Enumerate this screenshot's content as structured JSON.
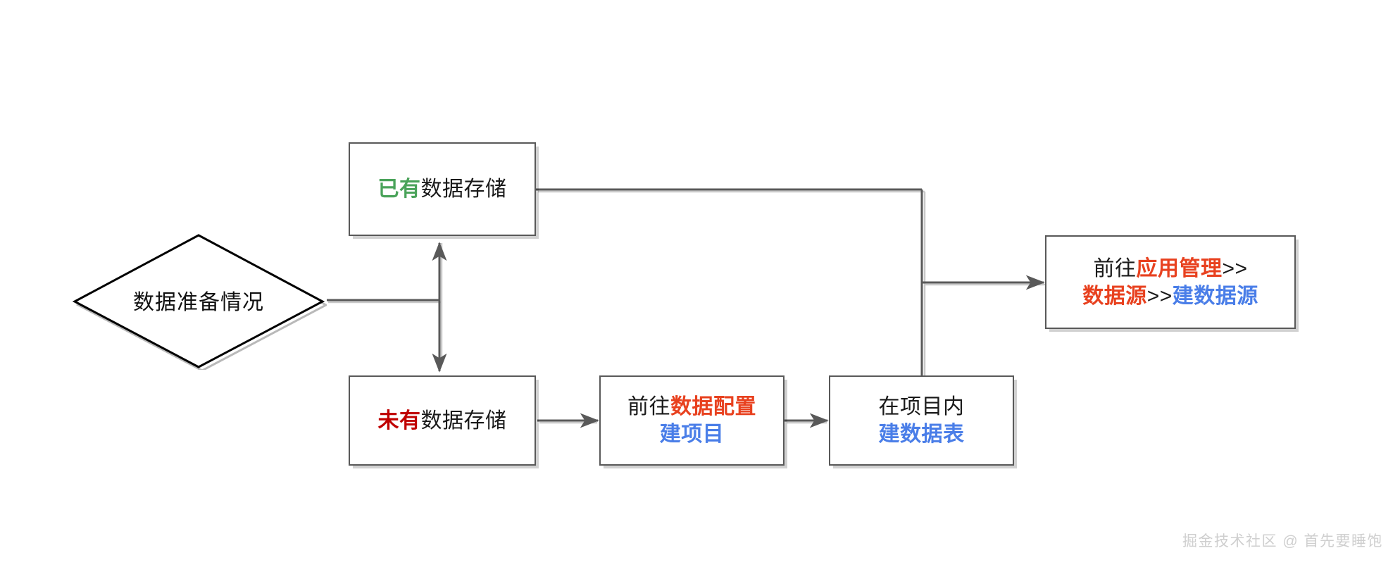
{
  "diagram": {
    "type": "flowchart",
    "title": "",
    "background": "#ffffff",
    "colors": {
      "green": "#4aa35a",
      "red_dark": "#c00000",
      "red": "#e8411f",
      "blue": "#4a7ee8",
      "black": "#1a1a1a",
      "border": "#595959",
      "diamond_border": "#000000",
      "connector": "#595959",
      "watermark": "#cfcfcf"
    },
    "decision": {
      "name": "data-preparation-status",
      "label": "数据准备情况"
    },
    "nodes": [
      {
        "id": "has-storage",
        "name": "已有数据存储",
        "lines": [
          {
            "parts": [
              {
                "text": "已有",
                "color": "green",
                "bold": true
              },
              {
                "text": "数据存储",
                "color": "black",
                "bold": false
              }
            ]
          }
        ]
      },
      {
        "id": "no-storage",
        "name": "未有数据存储",
        "lines": [
          {
            "parts": [
              {
                "text": "未有",
                "color": "red_dark",
                "bold": true
              },
              {
                "text": "数据存储",
                "color": "black",
                "bold": false
              }
            ]
          }
        ]
      },
      {
        "id": "goto-data-config",
        "name": "前往数据配置建项目",
        "lines": [
          {
            "parts": [
              {
                "text": "前往",
                "color": "black",
                "bold": false
              },
              {
                "text": "数据配置",
                "color": "red",
                "bold": true
              }
            ]
          },
          {
            "parts": [
              {
                "text": "建项目",
                "color": "blue",
                "bold": true
              }
            ]
          }
        ]
      },
      {
        "id": "create-table",
        "name": "在项目内建数据表",
        "lines": [
          {
            "parts": [
              {
                "text": "在项目内",
                "color": "black",
                "bold": false
              }
            ]
          },
          {
            "parts": [
              {
                "text": "建数据表",
                "color": "blue",
                "bold": true
              }
            ]
          }
        ]
      },
      {
        "id": "goto-app-management",
        "name": "前往应用管理>>数据源>>建数据源",
        "lines": [
          {
            "parts": [
              {
                "text": "前往",
                "color": "black",
                "bold": false
              },
              {
                "text": "应用管理",
                "color": "red",
                "bold": true
              },
              {
                "text": ">>",
                "color": "black",
                "bold": false
              }
            ]
          },
          {
            "parts": [
              {
                "text": "数据源",
                "color": "red",
                "bold": true
              },
              {
                "text": ">>",
                "color": "black",
                "bold": false
              },
              {
                "text": "建数据源",
                "color": "blue",
                "bold": true
              }
            ]
          }
        ]
      }
    ],
    "edges": [
      {
        "from": "data-preparation-status",
        "to": "has-storage",
        "arrow": "end"
      },
      {
        "from": "data-preparation-status",
        "to": "no-storage",
        "arrow": "end"
      },
      {
        "from": "has-storage",
        "to": "goto-app-management",
        "arrow": "end"
      },
      {
        "from": "no-storage",
        "to": "goto-data-config",
        "arrow": "end"
      },
      {
        "from": "goto-data-config",
        "to": "create-table",
        "arrow": "end"
      },
      {
        "from": "create-table",
        "to": "goto-app-management",
        "arrow": "end"
      }
    ]
  },
  "watermark": {
    "text": "掘金技术社区 @ 首先要睡饱"
  }
}
